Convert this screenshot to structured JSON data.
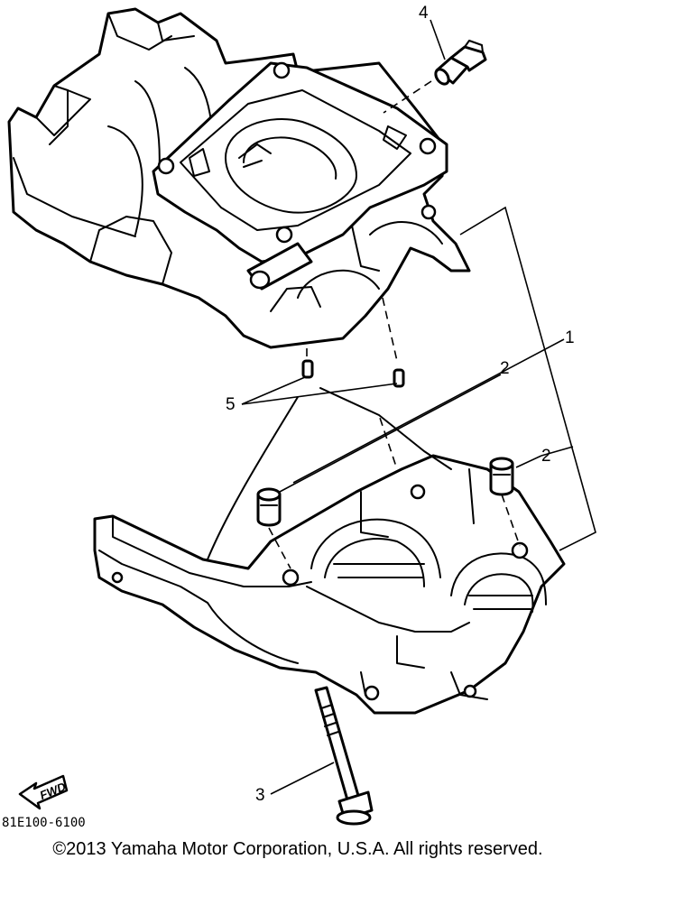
{
  "callouts": {
    "c1": "1",
    "c2a": "2",
    "c2b": "2",
    "c3": "3",
    "c4": "4",
    "c5": "5"
  },
  "forward_label": "FWD",
  "part_code": "81E100-6100",
  "copyright": "©2013 Yamaha Motor Corporation, U.S.A. All rights reserved."
}
